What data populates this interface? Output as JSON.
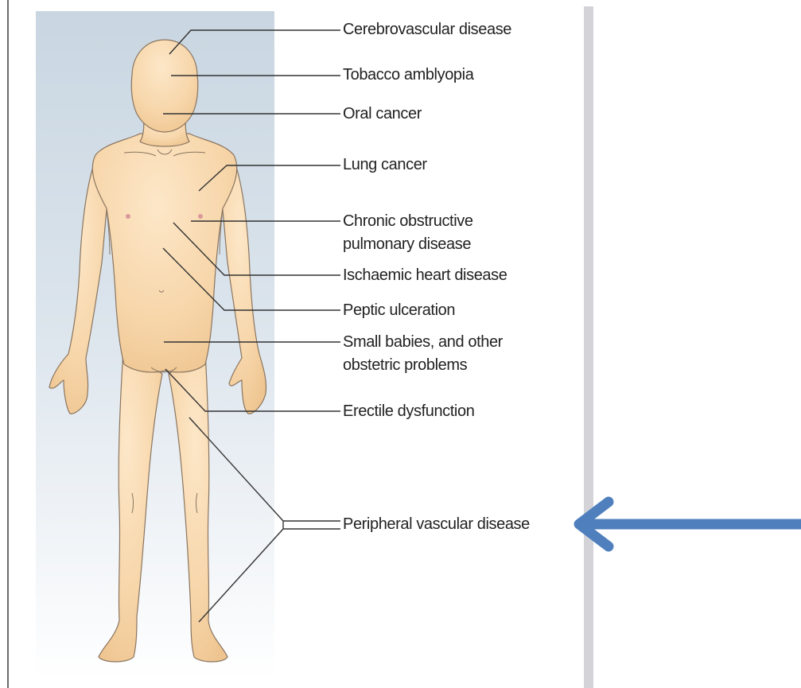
{
  "labels": {
    "cerebrovascular": "Cerebrovascular disease",
    "tobacco": "Tobacco amblyopia",
    "oral": "Oral cancer",
    "lung": "Lung cancer",
    "copd_line1": "Chronic obstructive",
    "copd_line2": "pulmonary disease",
    "ischaemic": "Ischaemic heart disease",
    "peptic": "Peptic ulceration",
    "babies_line1": "Small babies, and other",
    "babies_line2": "obstetric problems",
    "erectile": "Erectile dysfunction",
    "pvd": "Peripheral vascular disease"
  },
  "colors": {
    "skin": "#f8d9ae",
    "skin_outline": "#8a7560",
    "leader": "#333333",
    "arrow": "#4f7fbd"
  },
  "icons": {
    "pointer": "arrow-left-icon"
  }
}
